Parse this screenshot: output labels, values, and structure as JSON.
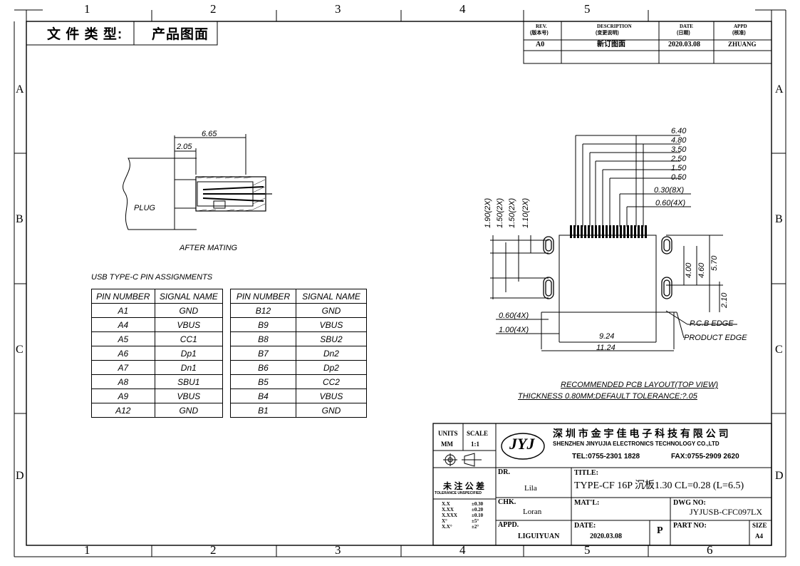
{
  "doc_type": {
    "label": "文 件 类 型:",
    "value": "产品图面"
  },
  "columns": [
    "1",
    "2",
    "3",
    "4",
    "5",
    "6"
  ],
  "rows": [
    "A",
    "B",
    "C",
    "D"
  ],
  "revision": {
    "headers": [
      "REV.",
      "(版本号)",
      "DESCRIPTION",
      "(变更说明)",
      "DATE",
      "(日期)",
      "APPD",
      "(核准)"
    ],
    "rev": "A0",
    "description": "新订图面",
    "date": "2020.03.08",
    "appd": "ZHUANG"
  },
  "mating": {
    "dim_total": "6.65",
    "dim_plug": "2.05",
    "plug_label": "PLUG",
    "caption": "AFTER MATING"
  },
  "pin_table": {
    "title": "USB TYPE-C PIN ASSIGNMENTS",
    "headers": [
      "PIN NUMBER",
      "SIGNAL NAME"
    ],
    "left": [
      [
        "A1",
        "GND"
      ],
      [
        "A4",
        "VBUS"
      ],
      [
        "A5",
        "CC1"
      ],
      [
        "A6",
        "Dp1"
      ],
      [
        "A7",
        "Dn1"
      ],
      [
        "A8",
        "SBU1"
      ],
      [
        "A9",
        "VBUS"
      ],
      [
        "A12",
        "GND"
      ]
    ],
    "right": [
      [
        "B12",
        "GND"
      ],
      [
        "B9",
        "VBUS"
      ],
      [
        "B8",
        "SBU2"
      ],
      [
        "B7",
        "Dn2"
      ],
      [
        "B6",
        "Dp2"
      ],
      [
        "B5",
        "CC2"
      ],
      [
        "B4",
        "VBUS"
      ],
      [
        "B1",
        "GND"
      ]
    ]
  },
  "pcb": {
    "dims_top": [
      "6.40",
      "4.80",
      "3.50",
      "2.50",
      "1.50",
      "0.50",
      "0.30(8X)",
      "0.60(4X)"
    ],
    "dims_left": [
      "1.90(2X)",
      "1.50(2X)",
      "1.50(2X)",
      "1.10(2X)"
    ],
    "dims_right": [
      "4.00",
      "4.60",
      "5.70",
      "2.10"
    ],
    "dims_bottom": [
      "0.60(4X)",
      "1.00(4X)",
      "9.24",
      "11.24"
    ],
    "pcb_edge": "P.C.B EDGE",
    "product_edge": "PRODUCT EDGE",
    "caption1": "RECOMMENDED PCB LAYOUT(TOP VIEW)",
    "caption2": "THICKNESS 0.80MM;DEFAULT TOLERANCE:?.05"
  },
  "title_block": {
    "units_label": "UNITS",
    "units": "MM",
    "scale_label": "SCALE",
    "scale": "1:1",
    "logo": "JYJ",
    "company_cn": "深 圳 市 金 宇 佳 电 子 科 技 有 限 公 司",
    "company_en": "SHENZHEN JINYUJIA ELECTRONICS TECHNOLOGY CO.,LTD",
    "tel": "TEL:0755-2301 1828",
    "fax": "FAX:0755-2909 2620",
    "tol_title": "未 注 公 差",
    "tol_sub": "TOLERANCE UNSPECIFIED",
    "tolerances": [
      [
        "X.X",
        "±0.30"
      ],
      [
        "X.XX",
        "±0.20"
      ],
      [
        "X.XXX",
        "±0.10"
      ],
      [
        "X°",
        "±5°"
      ],
      [
        "X.X°",
        "±2°"
      ]
    ],
    "dr_label": "DR.",
    "dr": "Lila",
    "chk_label": "CHK.",
    "chk": "Loran",
    "appd_label": "APPD.",
    "appd": "LIGUIYUAN",
    "title_label": "TITLE:",
    "title": "TYPE-CF 16P 沉板1.30 CL=0.28 (L=6.5)",
    "mat_label": "MAT'L:",
    "dwg_label": "DWG NO:",
    "dwg": "JYJUSB-CFC097LX",
    "date_label": "DATE:",
    "date": "2020.03.08",
    "p": "P",
    "part_label": "PART NO:",
    "size_label": "SIZE",
    "size": "A4"
  }
}
